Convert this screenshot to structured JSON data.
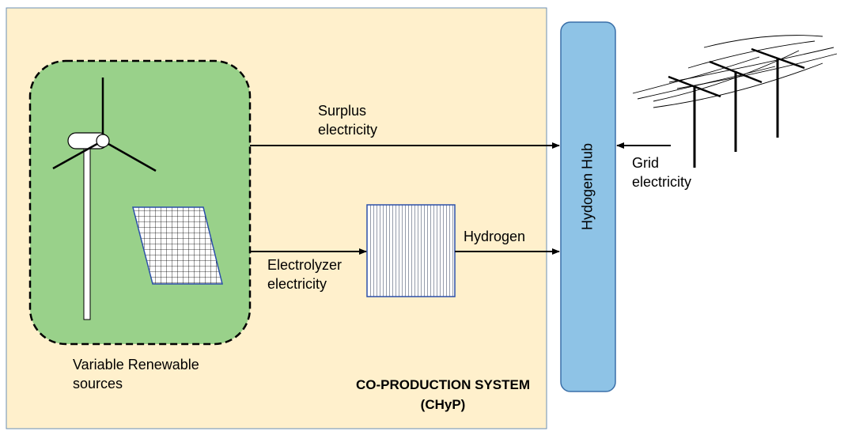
{
  "diagram": {
    "system": {
      "line1": "CO-PRODUCTION SYSTEM",
      "line2": "(CHyP)"
    },
    "sources": {
      "line1": "Variable Renewable",
      "line2": "sources"
    },
    "hub": {
      "label": "Hydogen Hub"
    },
    "flows": {
      "surplus": {
        "line1": "Surplus",
        "line2": "electricity"
      },
      "electrolyzer": {
        "line1": "Electrolyzer",
        "line2": "electricity"
      },
      "hydrogen": {
        "label": "Hydrogen"
      },
      "grid": {
        "line1": "Grid",
        "line2": "electricity"
      }
    },
    "colors": {
      "system_fill": "#FFF0CC",
      "system_border": "#6B8FB5",
      "sources_fill": "#99D18A",
      "hub_fill": "#8EC3E6",
      "hub_border": "#3A6FA8"
    }
  }
}
